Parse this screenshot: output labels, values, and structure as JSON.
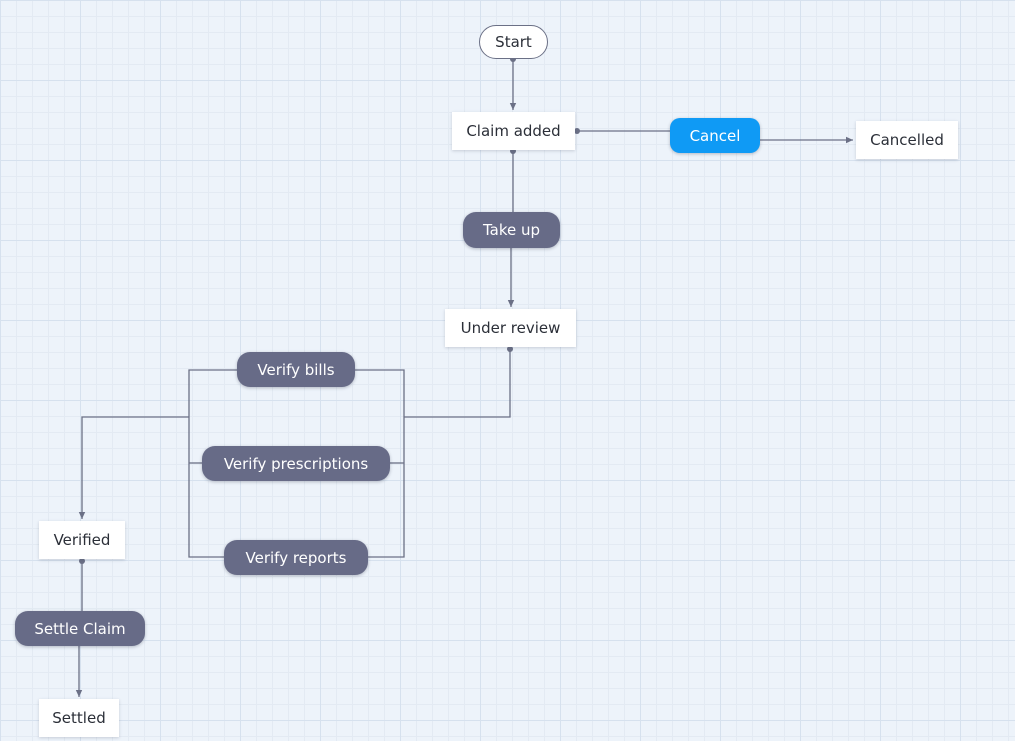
{
  "diagram": {
    "start": "Start",
    "states": {
      "claim_added": "Claim added",
      "cancelled": "Cancelled",
      "under_review": "Under review",
      "verified": "Verified",
      "settled": "Settled"
    },
    "transitions": {
      "cancel": "Cancel",
      "take_up": "Take up",
      "verify_bills": "Verify bills",
      "verify_prescriptions": "Verify prescriptions",
      "verify_reports": "Verify reports",
      "settle_claim": "Settle Claim"
    },
    "colors": {
      "connector": "#6b7086",
      "transition_fill": "#676b87",
      "accent_transition_fill": "#0f9af5",
      "state_fill": "#ffffff",
      "canvas_background": "#edf3fa"
    }
  }
}
